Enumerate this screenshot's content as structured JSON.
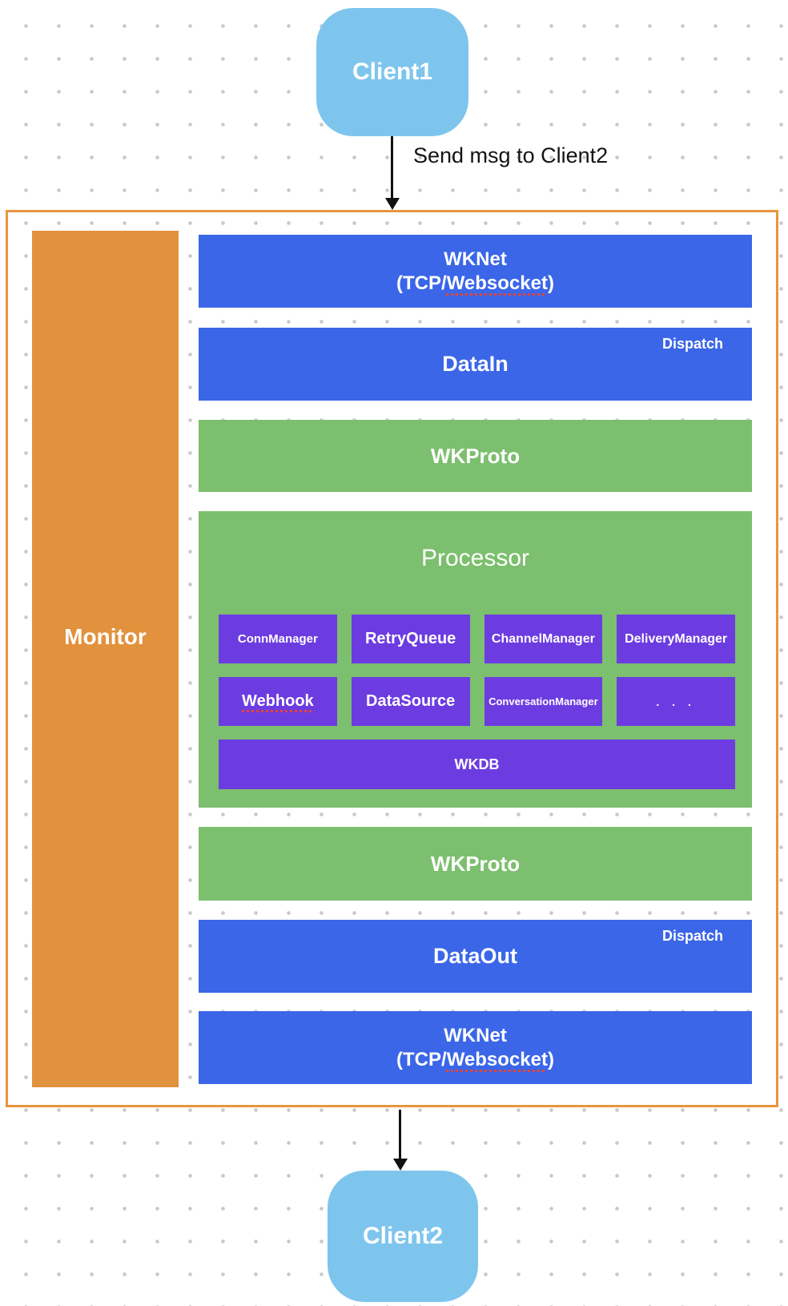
{
  "colors": {
    "client_blue": "#7ec5ee",
    "layer_blue": "#3b66e8",
    "layer_green": "#7cbf6e",
    "module_purple": "#6c3ce1",
    "monitor_orange": "#e2913c",
    "container_border_orange": "#e8953e",
    "spellcheck_underline_red": "#e8442e",
    "arrow_black": "#111111",
    "grid_dot_gray": "#c9c9c9"
  },
  "nodes": {
    "client1": "Client1",
    "client2": "Client2",
    "send_label": "Send msg to Client2",
    "monitor": "Monitor",
    "wknet_line1": "WKNet",
    "wknet_line2_open": "(TCP/",
    "wknet_line2_word": "Websocket",
    "wknet_line2_close": ")",
    "datain": "DataIn",
    "dataout": "DataOut",
    "dispatch": "Dispatch",
    "wkproto": "WKProto",
    "processor": "Processor",
    "wkdb": "WKDB",
    "modules_row1": [
      "ConnManager",
      "RetryQueue",
      "ChannelManager",
      "DeliveryManager"
    ],
    "modules_row2": [
      "Webhook",
      "DataSource",
      "ConversationManager",
      ". . ."
    ]
  }
}
